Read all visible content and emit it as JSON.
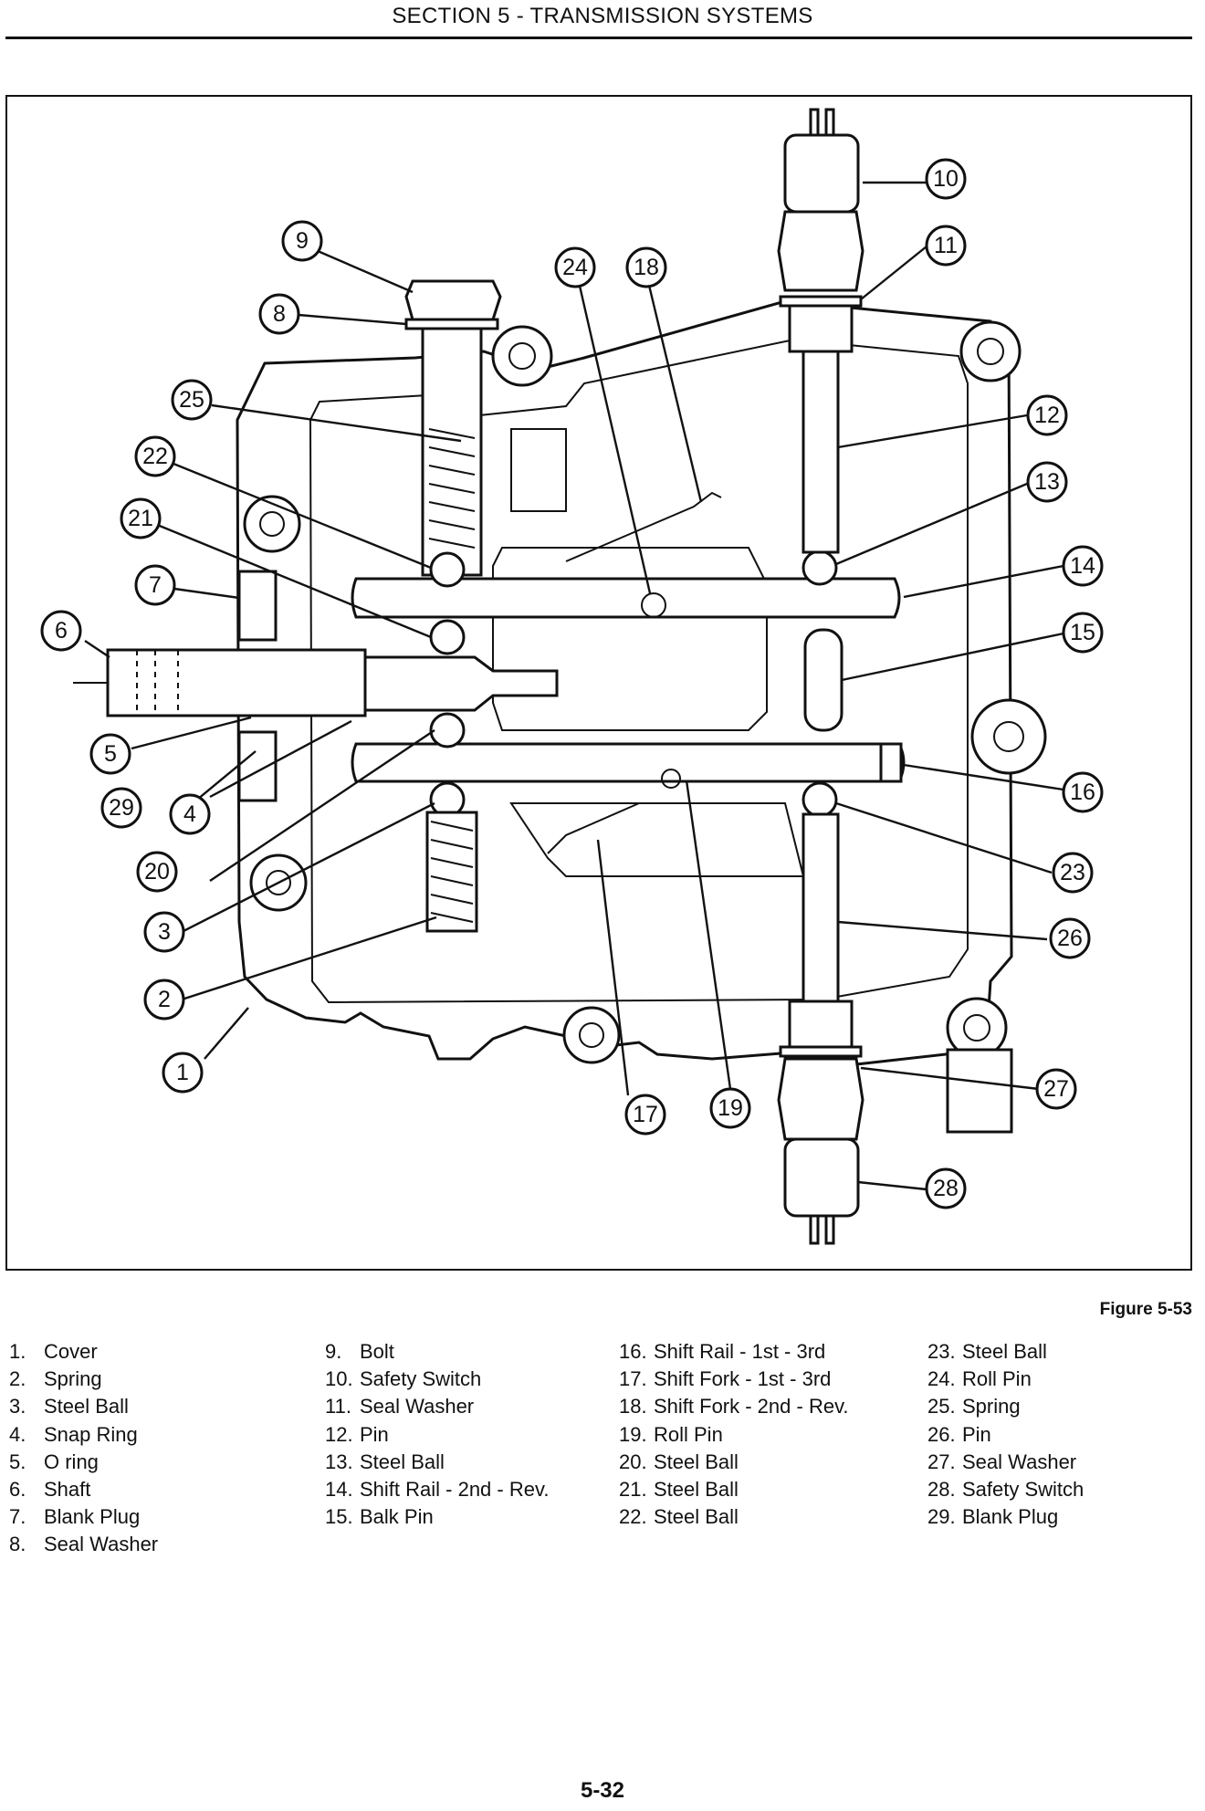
{
  "header": {
    "title": "SECTION 5 - TRANSMISSION SYSTEMS"
  },
  "figure": {
    "label": "Figure 5-53"
  },
  "callouts": [
    "1",
    "2",
    "3",
    "4",
    "5",
    "6",
    "7",
    "8",
    "9",
    "10",
    "11",
    "12",
    "13",
    "14",
    "15",
    "16",
    "17",
    "18",
    "19",
    "20",
    "21",
    "22",
    "23",
    "24",
    "25",
    "26",
    "27",
    "28",
    "29"
  ],
  "legend": {
    "columns": [
      [
        {
          "num": "1.",
          "text": "Cover"
        },
        {
          "num": "2.",
          "text": "Spring"
        },
        {
          "num": "3.",
          "text": "Steel Ball"
        },
        {
          "num": "4.",
          "text": "Snap Ring"
        },
        {
          "num": "5.",
          "text": "O ring"
        },
        {
          "num": "6.",
          "text": "Shaft"
        },
        {
          "num": "7.",
          "text": "Blank Plug"
        },
        {
          "num": "8.",
          "text": "Seal Washer"
        }
      ],
      [
        {
          "num": "9.",
          "text": "Bolt"
        },
        {
          "num": "10.",
          "text": "Safety Switch"
        },
        {
          "num": "11.",
          "text": "Seal Washer"
        },
        {
          "num": "12.",
          "text": "Pin"
        },
        {
          "num": "13.",
          "text": "Steel Ball"
        },
        {
          "num": "14.",
          "text": "Shift Rail - 2nd - Rev."
        },
        {
          "num": "15.",
          "text": "Balk Pin"
        }
      ],
      [
        {
          "num": "16.",
          "text": "Shift Rail - 1st - 3rd"
        },
        {
          "num": "17.",
          "text": "Shift Fork - 1st - 3rd"
        },
        {
          "num": "18.",
          "text": "Shift Fork - 2nd - Rev."
        },
        {
          "num": "19.",
          "text": "Roll Pin"
        },
        {
          "num": "20.",
          "text": "Steel Ball"
        },
        {
          "num": "21.",
          "text": "Steel Ball"
        },
        {
          "num": "22.",
          "text": "Steel Ball"
        }
      ],
      [
        {
          "num": "23.",
          "text": "Steel Ball"
        },
        {
          "num": "24.",
          "text": "Roll Pin"
        },
        {
          "num": "25.",
          "text": "Spring"
        },
        {
          "num": "26.",
          "text": "Pin"
        },
        {
          "num": "27.",
          "text": "Seal Washer"
        },
        {
          "num": "28.",
          "text": "Safety Switch"
        },
        {
          "num": "29.",
          "text": "Blank Plug"
        }
      ]
    ]
  },
  "page": {
    "number": "5-32"
  }
}
